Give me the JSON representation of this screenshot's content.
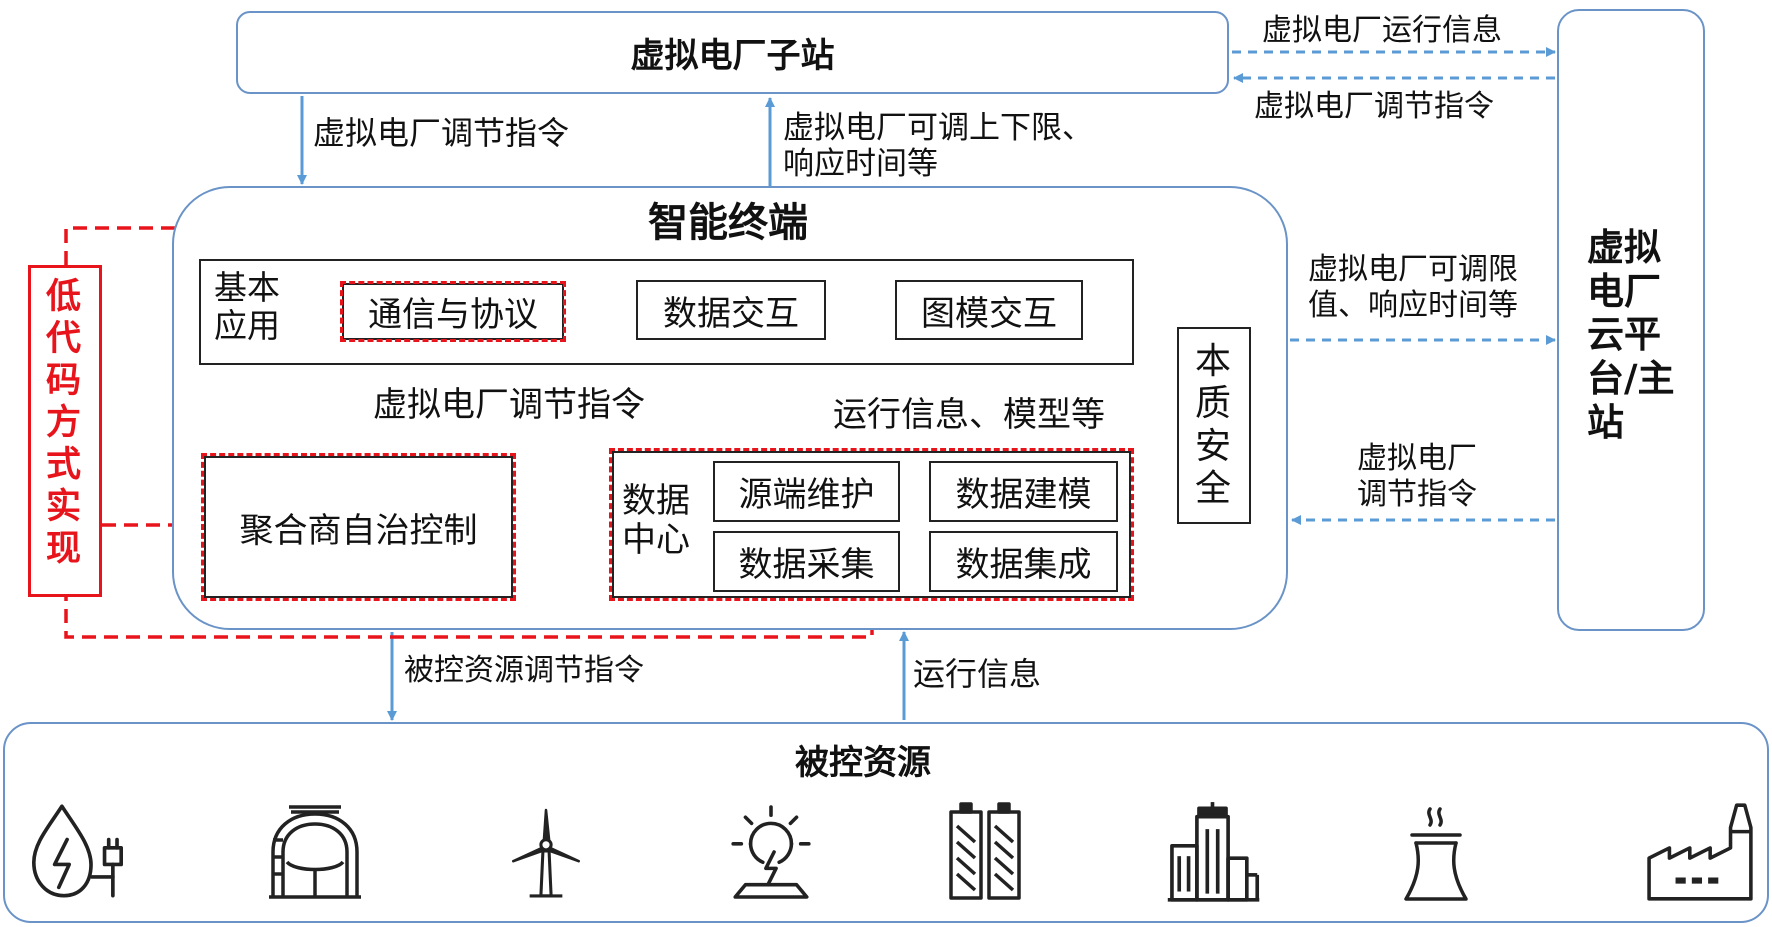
{
  "substation": {
    "title": "虚拟电厂子站"
  },
  "cloud_platform": {
    "title": "虚拟电厂云平台/主站"
  },
  "smart_terminal": {
    "title": "智能终端",
    "basic_app": {
      "label": "基本应用",
      "items": [
        "通信与协议",
        "数据交互",
        "图模交互"
      ]
    },
    "intrinsic_safety": "本质安全",
    "aggregator_control": "聚合商自治控制",
    "data_center": {
      "label": "数据中心",
      "items": [
        "源端维护",
        "数据建模",
        "数据采集",
        "数据集成"
      ]
    }
  },
  "low_code": "低代码方式实现",
  "controlled_resources": {
    "title": "被控资源",
    "icons": [
      "hydro-power-icon",
      "gas-storage-icon",
      "wind-turbine-icon",
      "solar-power-icon",
      "battery-storage-icon",
      "commercial-building-icon",
      "cooling-tower-icon",
      "factory-icon"
    ]
  },
  "flows": {
    "sub_to_cloud": "虚拟电厂运行信息",
    "cloud_to_sub": "虚拟电厂调节指令",
    "sub_to_terminal": "虚拟电厂调节指令",
    "terminal_to_sub": "虚拟电厂可调上下限、响应时间等",
    "terminal_to_cloud": "虚拟电厂可调限值、响应时间等",
    "cloud_to_terminal": "虚拟电厂调节指令",
    "basic_to_aggregator": "虚拟电厂调节指令",
    "datacenter_to_basic": "运行信息、模型等",
    "terminal_to_resources": "被控资源调节指令",
    "resources_to_terminal": "运行信息"
  },
  "colors": {
    "frame_blue": "#6a93c7",
    "arrow_blue": "#5b9bd5",
    "low_code_red": "#e8141b"
  }
}
